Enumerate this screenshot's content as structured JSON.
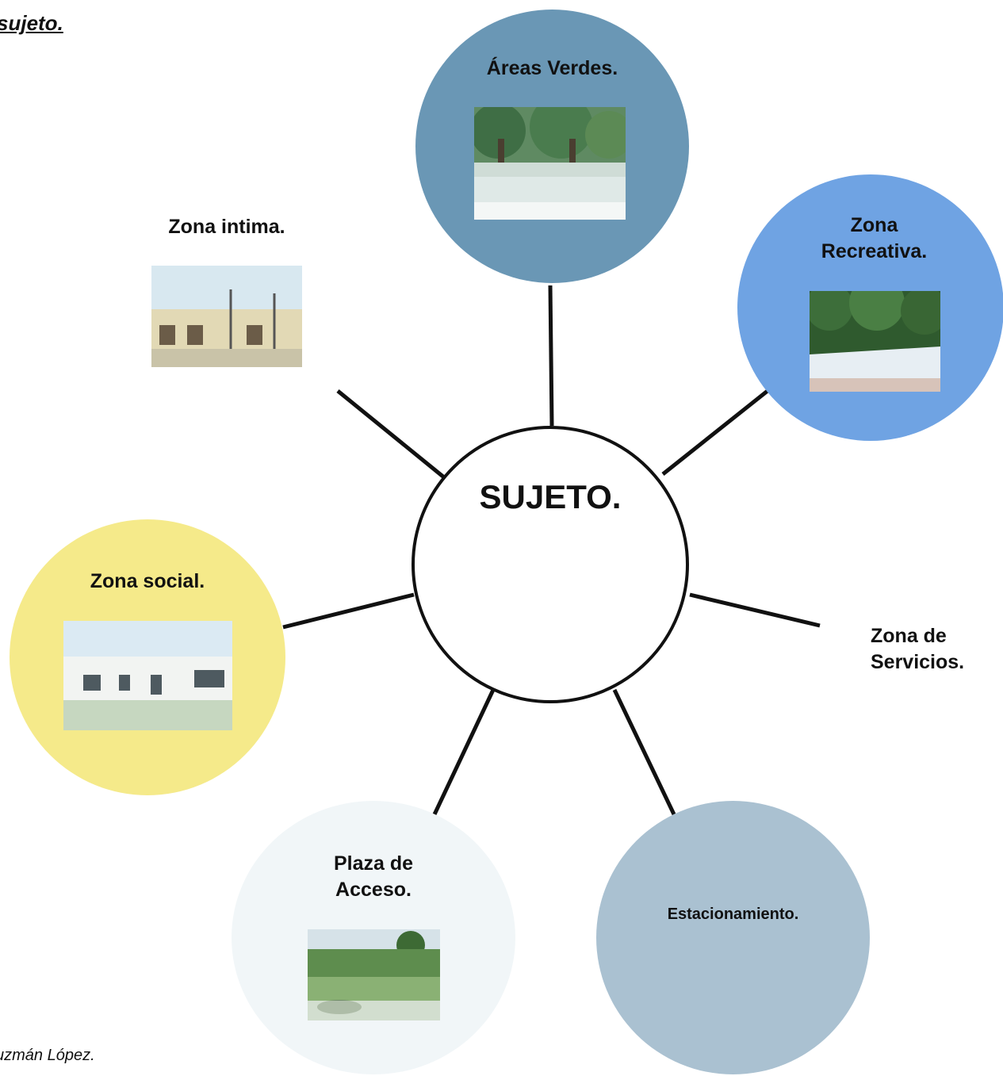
{
  "page": {
    "heading": "sujeto.",
    "credit": "uzmán López."
  },
  "diagram": {
    "center": "SUJETO.",
    "nodes": {
      "areas_verdes": {
        "label": "Áreas Verdes.",
        "color": "#6a97b5"
      },
      "zona_recreativa": {
        "label_lines": [
          "Zona",
          "Recreativa."
        ],
        "color": "#6fa3e3"
      },
      "zona_intima": {
        "label": "Zona intima."
      },
      "zona_servicios": {
        "label_lines": [
          "Zona de",
          "Servicios."
        ]
      },
      "zona_social": {
        "label": "Zona social.",
        "color": "#f5ea8a"
      },
      "plaza_acceso": {
        "label_lines": [
          "Plaza de",
          "Acceso."
        ],
        "color": "#f1f6f8"
      },
      "estacionamiento": {
        "label": "Estacionamiento.",
        "color": "#aac1d1"
      }
    }
  }
}
